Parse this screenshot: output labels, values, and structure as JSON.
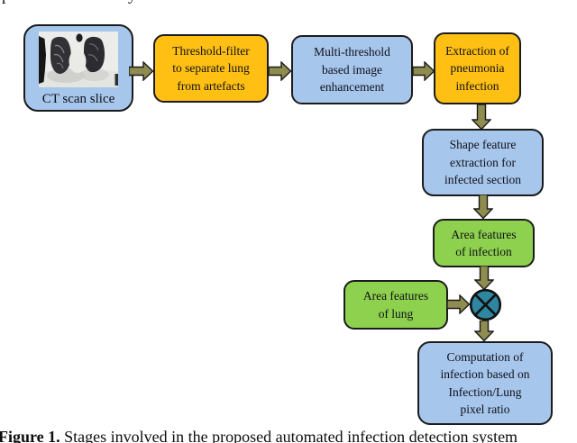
{
  "colors": {
    "node_blue": "#A6C6EC",
    "node_orange": "#FFC013",
    "node_green": "#8ED14E",
    "operator_teal": "#2E86A1",
    "arrow_olive": "#8F8C4F"
  },
  "top_cropped_line": {
    "left_glyph": "p",
    "right_glyph": "y"
  },
  "flowchart": {
    "nodes": [
      {
        "id": "ct-scan",
        "color": "blue",
        "label": "CT scan slice"
      },
      {
        "id": "threshold-filter",
        "color": "orange",
        "lines": [
          "Threshold-filter",
          "to separate lung",
          "from artefacts"
        ]
      },
      {
        "id": "multi-threshold",
        "color": "blue",
        "lines": [
          "Multi-threshold",
          "based image",
          "enhancement"
        ]
      },
      {
        "id": "extraction",
        "color": "orange",
        "lines": [
          "Extraction of",
          "pneumonia",
          "infection"
        ]
      },
      {
        "id": "shape-feature",
        "color": "blue",
        "lines": [
          "Shape feature",
          "extraction for",
          "infected section"
        ]
      },
      {
        "id": "area-infection",
        "color": "green",
        "lines": [
          "Area features",
          "of infection"
        ]
      },
      {
        "id": "area-lung",
        "color": "green",
        "lines": [
          "Area features",
          "of lung"
        ]
      },
      {
        "id": "computation",
        "color": "blue",
        "lines": [
          "Computation of",
          "infection based on",
          "Infection/Lung",
          "pixel ratio"
        ]
      }
    ],
    "operator": {
      "name": "multiply",
      "symbol": "⊗"
    }
  },
  "caption": {
    "label": "Figure 1.",
    "text": " Stages involved in the proposed automated infection detection system"
  }
}
